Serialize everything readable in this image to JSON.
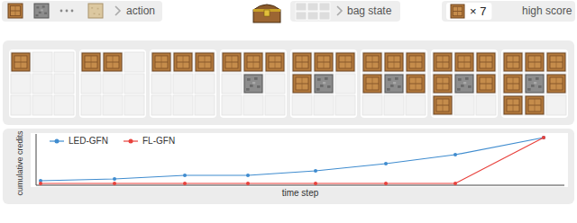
{
  "diagram": {
    "nodes": [
      {
        "text": [
          "× 7"
        ]
      }
    ],
    "labels": [
      "action",
      "bag state",
      "high score",
      "cumulative credits",
      "time step"
    ],
    "legend": [
      {
        "text": "LED-GFN",
        "color": "#3f8ccf"
      },
      {
        "text": "FL-GFN",
        "color": "#e8413c"
      }
    ]
  }
}
